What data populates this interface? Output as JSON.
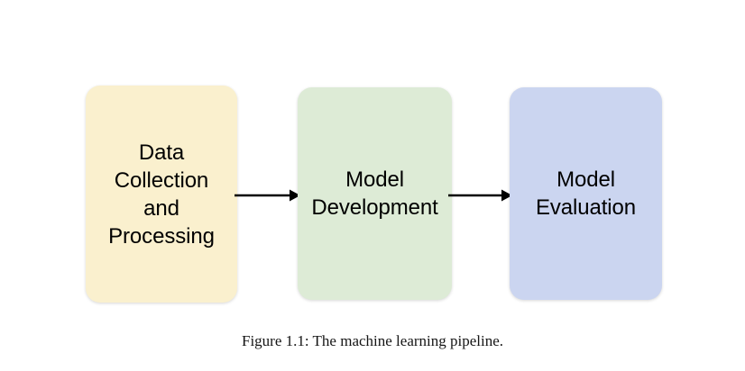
{
  "figure": {
    "caption": "Figure 1.1: The machine learning pipeline.",
    "background_color": "#ffffff"
  },
  "pipeline": {
    "stages": [
      {
        "id": "data-collection",
        "label": "Data\nCollection\nand\nProcessing",
        "lines": [
          "Data",
          "Collection",
          "and",
          "Processing"
        ],
        "fill_color": "#faf0ce",
        "text_color": "#000000"
      },
      {
        "id": "model-development",
        "label": "Model\nDevelopment",
        "lines": [
          "Model",
          "Development"
        ],
        "fill_color": "#ddebd6",
        "text_color": "#000000"
      },
      {
        "id": "model-evaluation",
        "label": "Model\nEvaluation",
        "lines": [
          "Model",
          "Evaluation"
        ],
        "fill_color": "#cbd5f0",
        "text_color": "#000000"
      }
    ],
    "connectors": [
      {
        "id": "connector-1",
        "from": "data-collection",
        "to": "model-development",
        "style": "arrow-right",
        "color": "#000000"
      },
      {
        "id": "connector-2",
        "from": "model-development",
        "to": "model-evaluation",
        "style": "arrow-right",
        "color": "#000000"
      }
    ]
  }
}
